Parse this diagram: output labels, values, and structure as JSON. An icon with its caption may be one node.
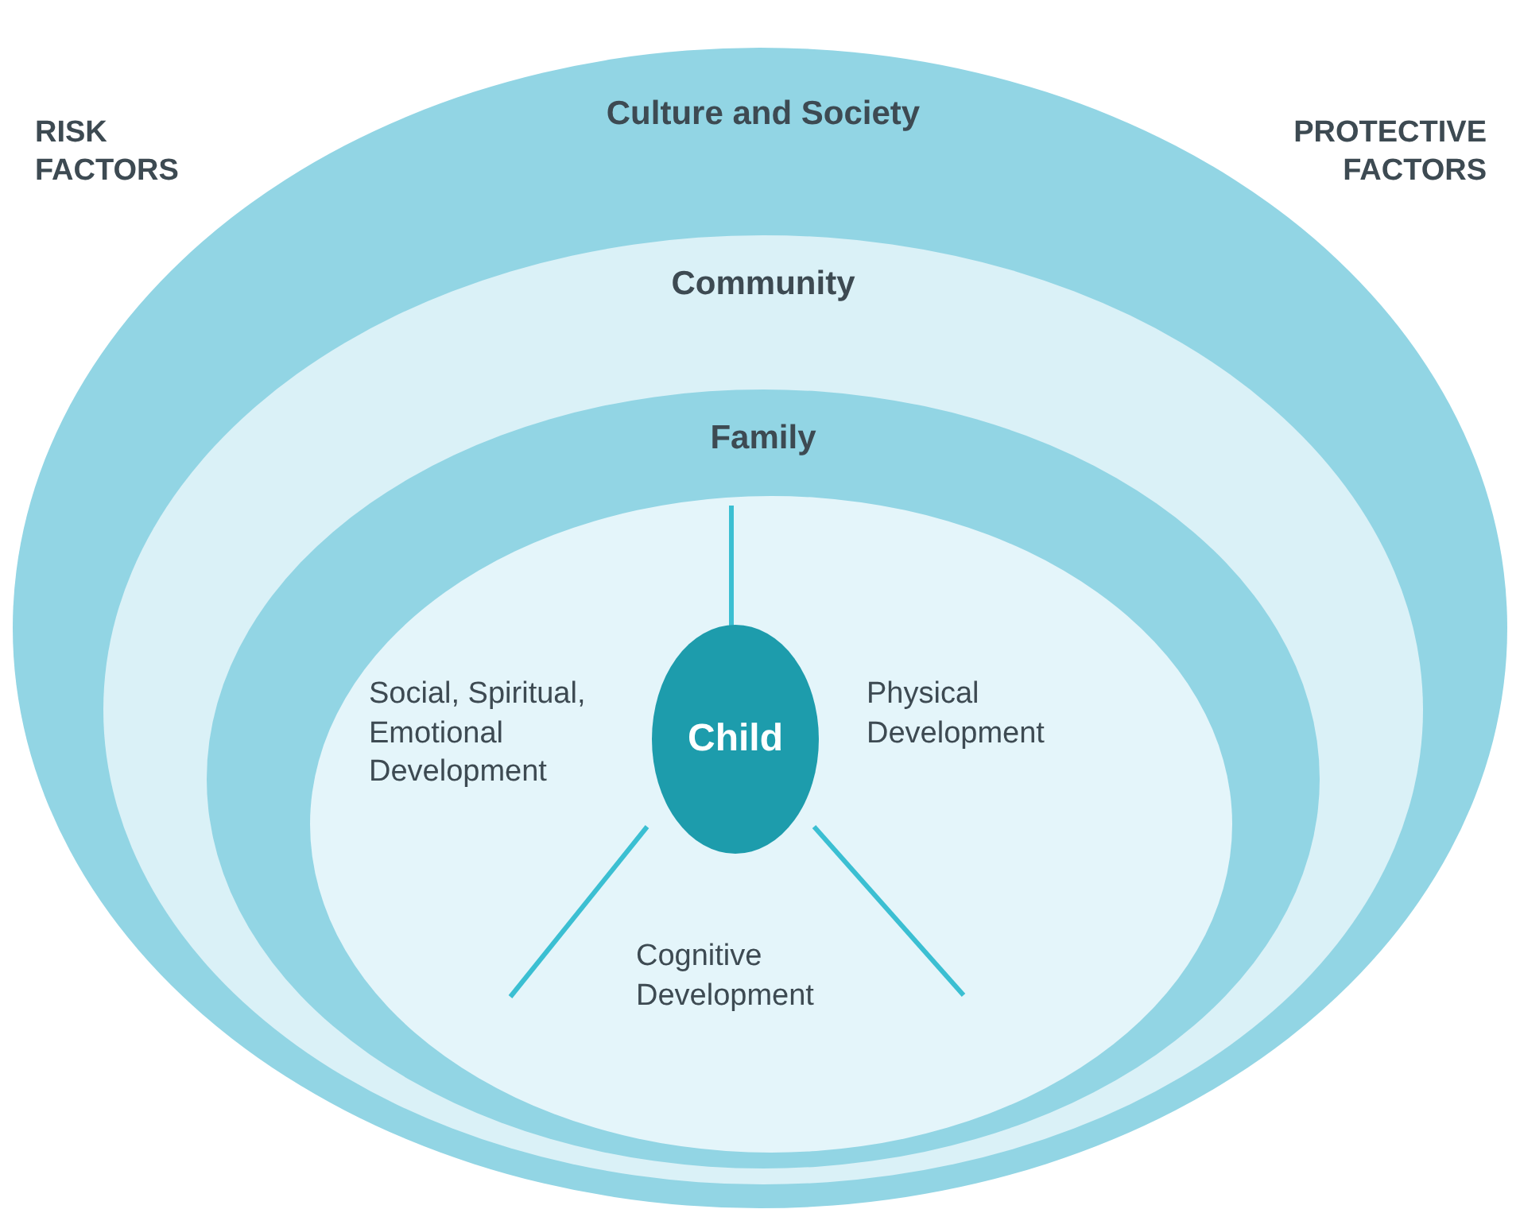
{
  "diagram": {
    "nodes": [
      {
        "text": [
          "Culture and Society"
        ]
      },
      {
        "text": [
          "Community"
        ],
        "in": 0
      },
      {
        "text": [
          "Family"
        ],
        "in": 1
      },
      {
        "text": [
          "Social, Spiritual, Emotional Development",
          "Physical Development",
          "Cognitive Development"
        ],
        "in": 2
      },
      {
        "text": [
          "Child"
        ],
        "in": 3
      }
    ],
    "labels": [
      "RISK FACTORS",
      "PROTECTIVE FACTORS"
    ]
  }
}
